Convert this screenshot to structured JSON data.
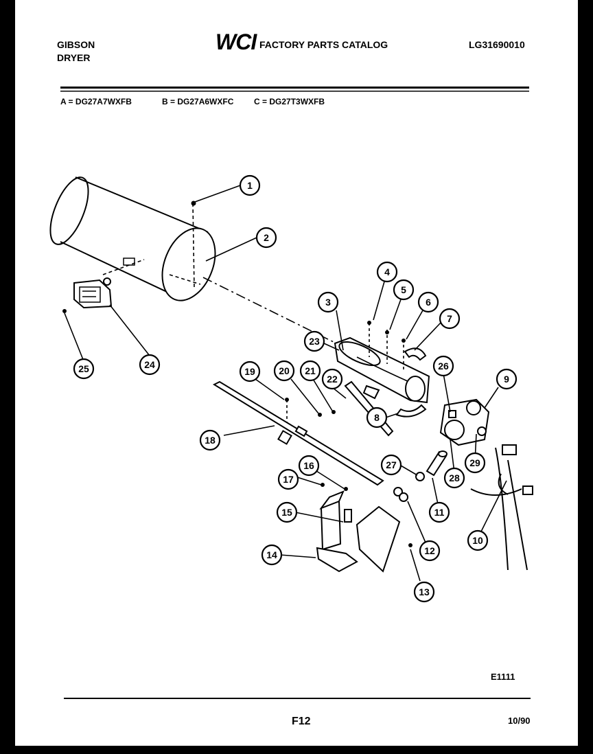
{
  "header": {
    "brand_line1": "GIBSON",
    "brand_line2": "DRYER",
    "logo": "WCI",
    "catalog_title": "FACTORY PARTS CATALOG",
    "catalog_number": "LG31690010"
  },
  "models": {
    "a": "A = DG27A7WXFB",
    "b": "B = DG27A6WXFC",
    "c": "C = DG27T3WXFB"
  },
  "diagram": {
    "callouts": [
      "1",
      "2",
      "3",
      "4",
      "5",
      "6",
      "7",
      "8",
      "9",
      "10",
      "11",
      "12",
      "13",
      "14",
      "15",
      "16",
      "17",
      "18",
      "19",
      "20",
      "21",
      "22",
      "23",
      "24",
      "25",
      "26",
      "27",
      "28",
      "29"
    ]
  },
  "footer": {
    "figure_code": "E1111",
    "page": "F12",
    "date": "10/90"
  },
  "colors": {
    "paper": "#ffffff",
    "ink": "#000000",
    "background": "#000000"
  }
}
